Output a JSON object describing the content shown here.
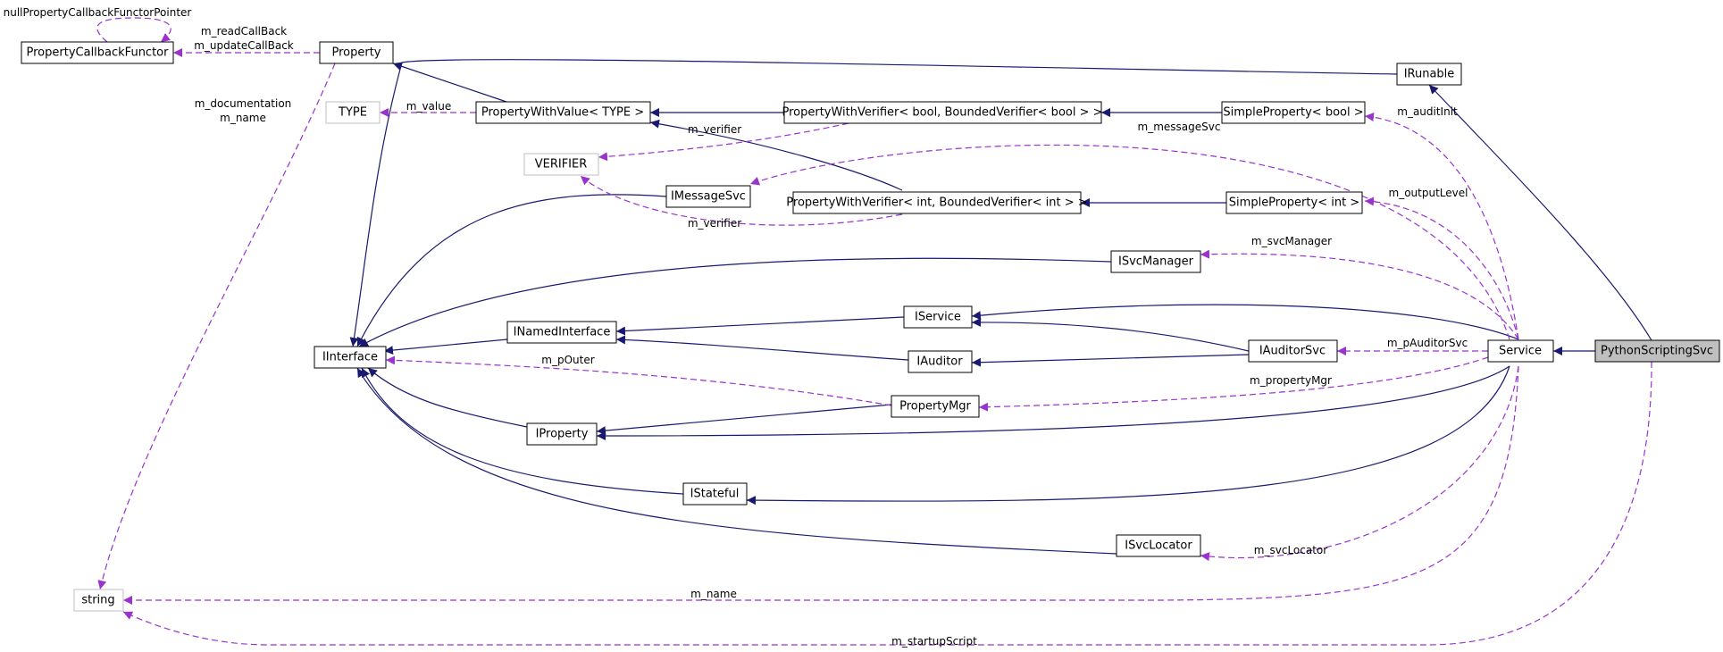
{
  "colors": {
    "inheritance": "#191970",
    "usage": "#9a32cd",
    "focus_fill": "#bfbfbf",
    "gray_border": "#bfbfbf"
  },
  "nodes": {
    "python_scripting_svc": "PythonScriptingSvc",
    "service": "Service",
    "irunable": "IRunable",
    "simple_property_bool": "SimpleProperty< bool >",
    "simple_property_int": "SimpleProperty< int >",
    "property_with_verifier_bool": "PropertyWithVerifier< bool, BoundedVerifier< bool > >",
    "property_with_verifier_int": "PropertyWithVerifier< int, BoundedVerifier< int > >",
    "property_with_value": "PropertyWithValue< TYPE >",
    "type": "TYPE",
    "verifier": "VERIFIER",
    "property": "Property",
    "property_callback_functor": "PropertyCallbackFunctor",
    "imessage_svc": "IMessageSvc",
    "isvc_manager": "ISvcManager",
    "iservice": "IService",
    "inamed_interface": "INamedInterface",
    "iauditor": "IAuditor",
    "iauditor_svc": "IAuditorSvc",
    "iinterface": "IInterface",
    "property_mgr": "PropertyMgr",
    "iproperty": "IProperty",
    "istateful": "IStateful",
    "isvc_locator": "ISvcLocator",
    "string": "string"
  },
  "edge_labels": {
    "null_property_callback_functor_pointer": "nullPropertyCallbackFunctorPointer",
    "m_read_callback": "m_readCallBack",
    "m_update_callback": "m_updateCallBack",
    "m_documentation": "m_documentation",
    "m_name_property": "m_name",
    "m_value": "m_value",
    "m_verifier_1": "m_verifier",
    "m_verifier_2": "m_verifier",
    "m_message_svc": "m_messageSvc",
    "m_audit_init": "m_auditInit",
    "m_output_level": "m_outputLevel",
    "m_svc_manager": "m_svcManager",
    "m_pauditor_svc": "m_pAuditorSvc",
    "m_pouter": "m_pOuter",
    "m_property_mgr": "m_propertyMgr",
    "m_svc_locator": "m_svcLocator",
    "m_name_string": "m_name",
    "m_startup_script": "m_startupScript"
  }
}
